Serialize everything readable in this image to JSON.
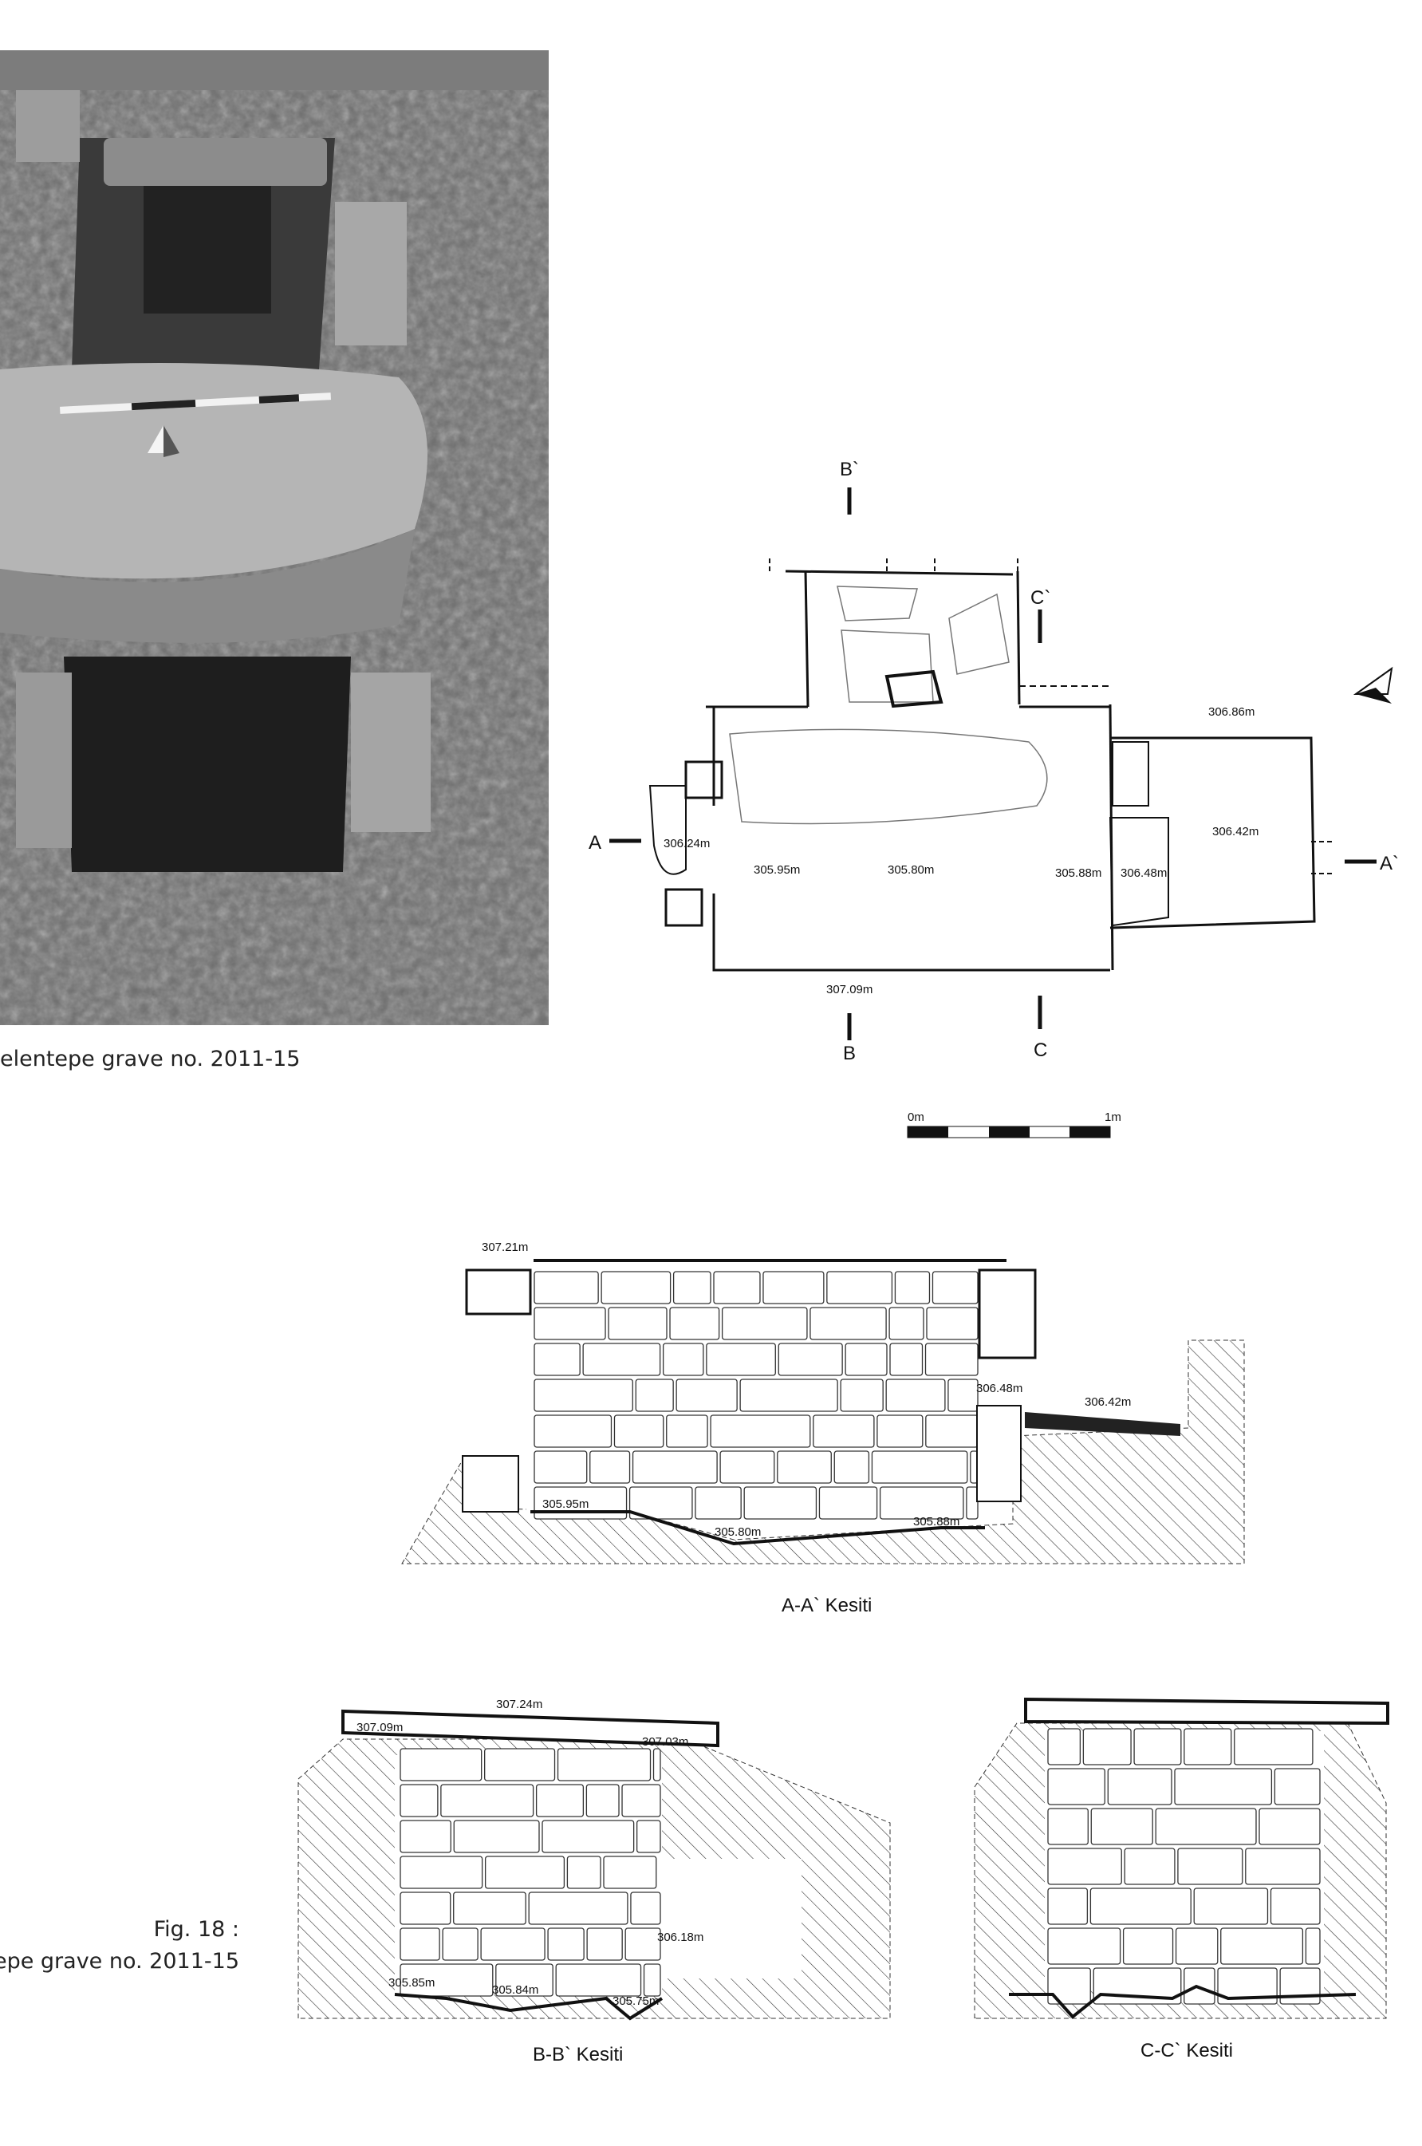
{
  "photo": {
    "caption": "elentepe grave no. 2011-15"
  },
  "figure": {
    "number": "Fig. 18 :",
    "caption_line2": "tepe grave no. 2011-15"
  },
  "plan": {
    "section_labels": {
      "a": "A",
      "a_prime": "A`",
      "b": "B",
      "b_prime": "B`",
      "c": "C",
      "c_prime": "C`"
    },
    "elevations": [
      "306.86m",
      "306.24m",
      "305.95m",
      "305.80m",
      "305.88m",
      "306.48m",
      "306.42m",
      "307.09m"
    ],
    "north_arrow": "north-arrow-icon",
    "scale_bar": {
      "start": "0m",
      "end": "1m"
    }
  },
  "section_aa": {
    "title": "A-A` Kesiti",
    "elevations": [
      "307.21m",
      "306.48m",
      "306.42m",
      "305.95m",
      "305.80m",
      "305.88m"
    ]
  },
  "section_bb": {
    "title": "B-B` Kesiti",
    "elevations": [
      "307.24m",
      "307.09m",
      "307.03m",
      "306.18m",
      "305.85m",
      "305.84m",
      "305.75m"
    ]
  },
  "section_cc": {
    "title": "C-C` Kesiti"
  }
}
